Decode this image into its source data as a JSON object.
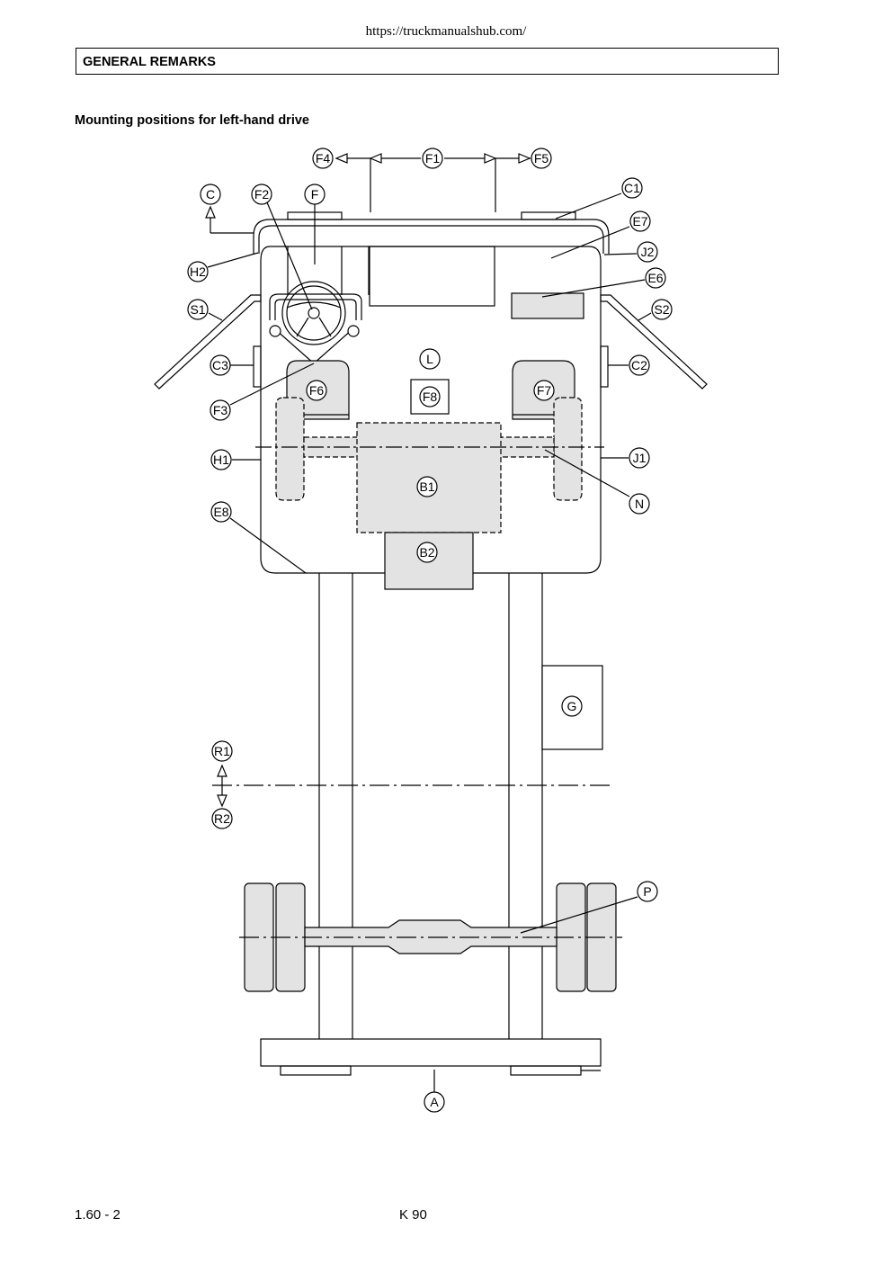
{
  "header": {
    "url": "https://truckmanualshub.com/",
    "section_title": "GENERAL REMARKS"
  },
  "subtitle": "Mounting positions for left-hand drive",
  "diagram": {
    "labels": {
      "F4": "F4",
      "F1": "F1",
      "F5": "F5",
      "C": "C",
      "F2": "F2",
      "F": "F",
      "C1": "C1",
      "E7": "E7",
      "J2": "J2",
      "E6": "E6",
      "H2": "H2",
      "S1": "S1",
      "S2": "S2",
      "L": "L",
      "C3": "C3",
      "C2": "C2",
      "F6": "F6",
      "F8": "F8",
      "F7": "F7",
      "F3": "F3",
      "H1": "H1",
      "J1": "J1",
      "N": "N",
      "B1": "B1",
      "E8": "E8",
      "B2": "B2",
      "G": "G",
      "R1": "R1",
      "R2": "R2",
      "P": "P",
      "A": "A"
    }
  },
  "footer": {
    "page_number": "1.60 - 2",
    "model": "K 90"
  }
}
